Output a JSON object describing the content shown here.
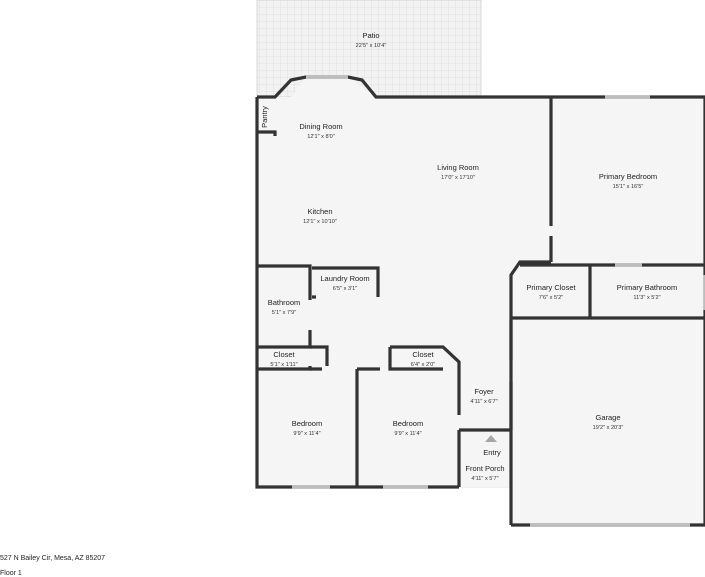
{
  "address": "527 N Bailey Cir, Mesa, AZ 85207",
  "floor_label": "Floor 1",
  "rooms": {
    "patio": {
      "name": "Patio",
      "dims": "22'5\" x 10'4\""
    },
    "pantry": {
      "name": "Pantry",
      "dims": ""
    },
    "dining_room": {
      "name": "Dining Room",
      "dims": "12'1\" x 8'0\""
    },
    "living_room": {
      "name": "Living Room",
      "dims": "17'0\" x 17'10\""
    },
    "kitchen": {
      "name": "Kitchen",
      "dims": "12'1\" x 10'10\""
    },
    "primary_bedroom": {
      "name": "Primary Bedroom",
      "dims": "15'1\" x 16'5\""
    },
    "laundry_room": {
      "name": "Laundry Room",
      "dims": "6'5\" x 3'1\""
    },
    "bathroom": {
      "name": "Bathroom",
      "dims": "5'1\" x 7'9\""
    },
    "primary_closet": {
      "name": "Primary Closet",
      "dims": "7'6\" x 5'2\""
    },
    "primary_bathroom": {
      "name": "Primary Bathroom",
      "dims": "11'3\" x 5'2\""
    },
    "closet_1": {
      "name": "Closet",
      "dims": "5'1\" x 1'11\""
    },
    "closet_2": {
      "name": "Closet",
      "dims": "6'4\" x 2'0\""
    },
    "foyer": {
      "name": "Foyer",
      "dims": "4'11\" x 6'7\""
    },
    "garage": {
      "name": "Garage",
      "dims": "19'2\" x 20'3\""
    },
    "bedroom_1": {
      "name": "Bedroom",
      "dims": "9'9\" x 11'4\""
    },
    "bedroom_2": {
      "name": "Bedroom",
      "dims": "9'9\" x 11'4\""
    },
    "entry": {
      "name": "Entry",
      "dims": ""
    },
    "front_porch": {
      "name": "Front Porch",
      "dims": "4'11\" x 5'7\""
    }
  },
  "colors": {
    "wall": "#333333",
    "floor": "#f5f5f5",
    "patio": "#eeeeee",
    "window": "#bdbdbd"
  }
}
